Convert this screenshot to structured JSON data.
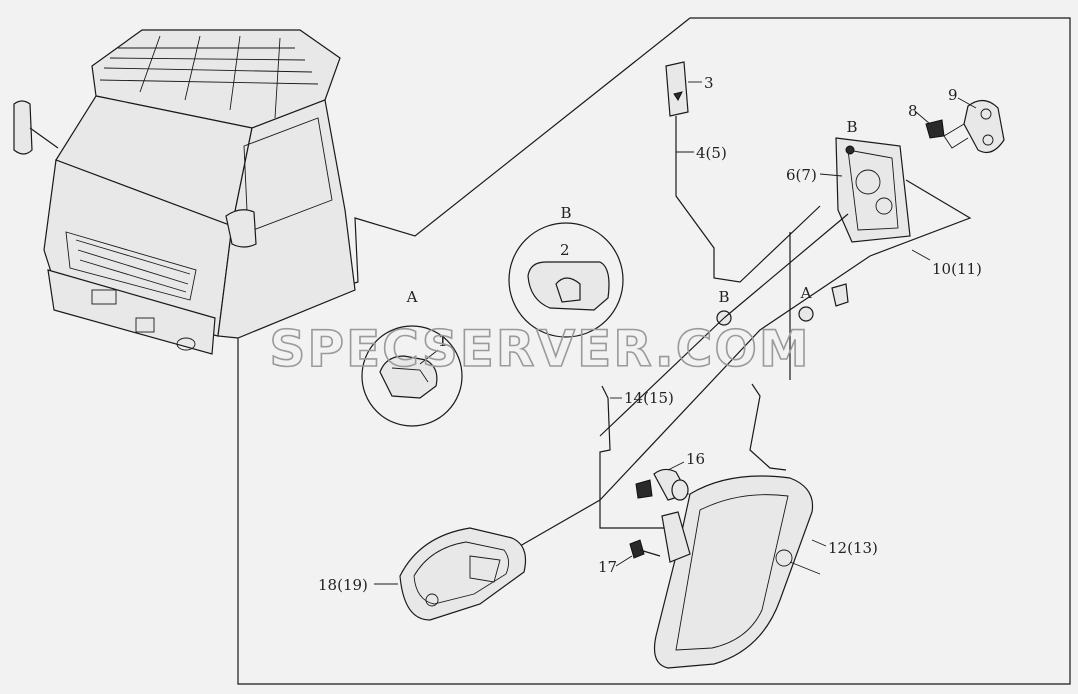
{
  "labels": {
    "p3": "3",
    "p4": "4(5)",
    "p6": "6(7)",
    "p8": "8",
    "p9": "9",
    "p10": "10(11)",
    "p12": "12(13)",
    "p14": "14(15)",
    "p16": "16",
    "p17": "17",
    "p18": "18(19)",
    "p2": "2",
    "p1": "1"
  },
  "callouts": {
    "a_detail": "A",
    "b_detail": "B",
    "a_marker": "A",
    "b_marker": "B",
    "b_latch": "B"
  },
  "watermark": "SPECSERVER.COM"
}
